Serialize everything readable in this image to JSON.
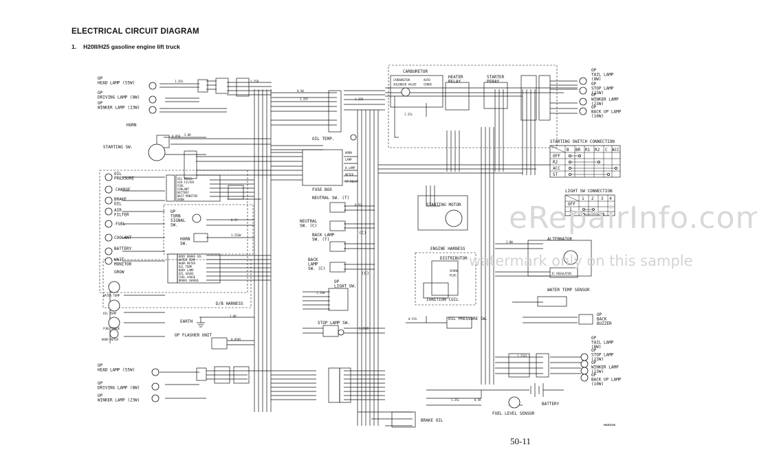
{
  "title": "ELECTRICAL CIRCUIT DIAGRAM",
  "section": {
    "number": "1.",
    "text": "H20II/H25 gasoline engine lift truck"
  },
  "page_number": "50-11",
  "figure_code": "HADOO6",
  "watermark": {
    "site": "eRepairInfo.com",
    "note": "watermark only on this sample"
  },
  "components": {
    "front_head_lamp": "OP\nHEAD LAMP (55W)",
    "front_driving_lamp": "OP\nDRIVING LAMP (8W)",
    "front_winker_lamp": "OP\nWINKER LAMP (23W)",
    "horn": "HORN",
    "starting_sw": "STARTING SW.",
    "oil_pressure": "OIL\nPRESSURE",
    "charge": "CHARGE",
    "brake_oil_lamp": "BRAKE\nOIL",
    "air_filter": "AIR\nFILTER",
    "fuel": "FUEL",
    "coolant": "COOLANT",
    "battery_lamp": "BATTERY",
    "wait_monitor": "WAIT\nMONITOR",
    "grow": "GROW",
    "water_temp_gauge": "WATER TEMP",
    "oil_temp_gauge": "OIL TEMP",
    "fuel_gauge": "FUEL GAUGE",
    "hour_meter": "HOUR METER",
    "turn_signal_sw": "OP\nTURN\nSIGNAL\nSW.",
    "horn_sw": "HORN\nSW.",
    "db_harness": "D/B HARNESS",
    "earth": "EARTH",
    "flasher_unit": "OP FLASHER UNIT",
    "oil_temp": "OIL TEMP.",
    "fuse_box": "FUSE BOX",
    "neutral_sw_t": "NEUTRAL SW. (T)",
    "neutral_sw_c": "NEUTRAL\nSW. (C)",
    "neutral_c_tag": "(C)",
    "back_lamp_sw_t": "BACK LAMP\nSW. (T)",
    "back_lamp_sw_c": "BACK\nLAMP\nSW. (C)",
    "back_lamp_c_tag": "(C)",
    "light_sw": "OP\nLIGHT SW.",
    "stop_lamp_sw": "STOP LAMP SW.",
    "carburetor": "CARBURETOR",
    "carb_solenoid": "CARBURETOR\nSOLENOID VALVE",
    "auto_choke": "AUTO\nCHOKE",
    "heater_relay": "HEATER\nRELAY",
    "starter_relay": "STARTER\nPERAY",
    "starting_motor": "STARTING MOTOR",
    "engine_harness": "ENGINE HARNESS",
    "distributor": "DISTRIBUTOR",
    "spark_plug": "SPARK\nPLUG",
    "ignition_coil": "IGNITION COIL",
    "oil_pressure_sw": "OIL PRESSURE SW.",
    "alternator": "ALTERNATOR",
    "ic_regulator": "IC REGULATOR",
    "water_temp_sensor": "WATER TEMP SENSOR",
    "back_buzzer": "OP\nBACK\nBUZZER",
    "battery": "BATTERY",
    "fuel_level_sensor": "FUEL LEVEL SENSOR",
    "brake_oil_sw": "BRAKE OIL",
    "rear_tail_lamp_top": "OP\nTAIL LAMP\n(8W)",
    "rear_stop_lamp_top": "OP\nSTOP LAMP\n(23W)",
    "rear_winker_lamp_top": "OP\nWINKER LAMP\n(23W)",
    "rear_back_up_lamp_top": "OP\nBACK UP LAMP\n(10W)",
    "rear_tail_lamp_bot": "OP\nTAIL LAMP\n(8W)",
    "rear_stop_lamp_bot": "OP\nSTOP LAMP\n(23W)",
    "rear_winker_lamp_bot": "OP\nWINKER LAMP\n(23W)",
    "rear_back_up_lamp_bot": "OP\nBACK UP LAMP\n(10W)",
    "rear_head_lamp": "OP\nHEAD LAMP (55W)",
    "rear_driving_lamp": "OP\nDRIVING LAMP (8W)",
    "rear_winker_lamp": "OP\nWINKER LAMP (23W)"
  },
  "fuse_labels": [
    "HORN",
    "LAMP",
    "B.LAMP",
    "METER",
    "ST.RELAY"
  ],
  "warning_labels": [
    "OIL PRESS",
    "AIR FILTER",
    "FUEL",
    "COOLANT",
    "BATTERY",
    "WAIT MONITOR",
    "GROW"
  ],
  "db_labels": [
    "BODY BRAKE OIL",
    "WATER TEMP",
    "HOUR METER",
    "OIL TEMP",
    "BODY LAMP",
    "OIL GAUGE",
    "FUEL GAUGE",
    "BRAKE CHARGE"
  ],
  "wire_codes": [
    "1.25G",
    "1.25B",
    "0.5W",
    "1.25Y",
    "1.25R",
    "0.85B",
    "2.0R",
    "1.25L",
    "0.5Y",
    "1.25GW",
    "2.0B",
    "0.85BY",
    "1.25W",
    "0.5G",
    "1.25YR",
    "0.5YG",
    "2.0W",
    "1.25GY",
    "0.5R",
    "1.25L"
  ],
  "starting_switch_table": {
    "title": "STARTING SWITCH CONNECTION",
    "columns": [
      "B",
      "BR",
      "R1",
      "R2",
      "C",
      "ACC"
    ],
    "rows": [
      "OFF",
      "R2",
      "ACC",
      "ST"
    ]
  },
  "light_switch_table": {
    "title": "LIGHT SW CONNECTION",
    "columns": [
      "1",
      "2",
      "3",
      "4"
    ],
    "rows": [
      "OFF",
      "1",
      "2"
    ]
  }
}
